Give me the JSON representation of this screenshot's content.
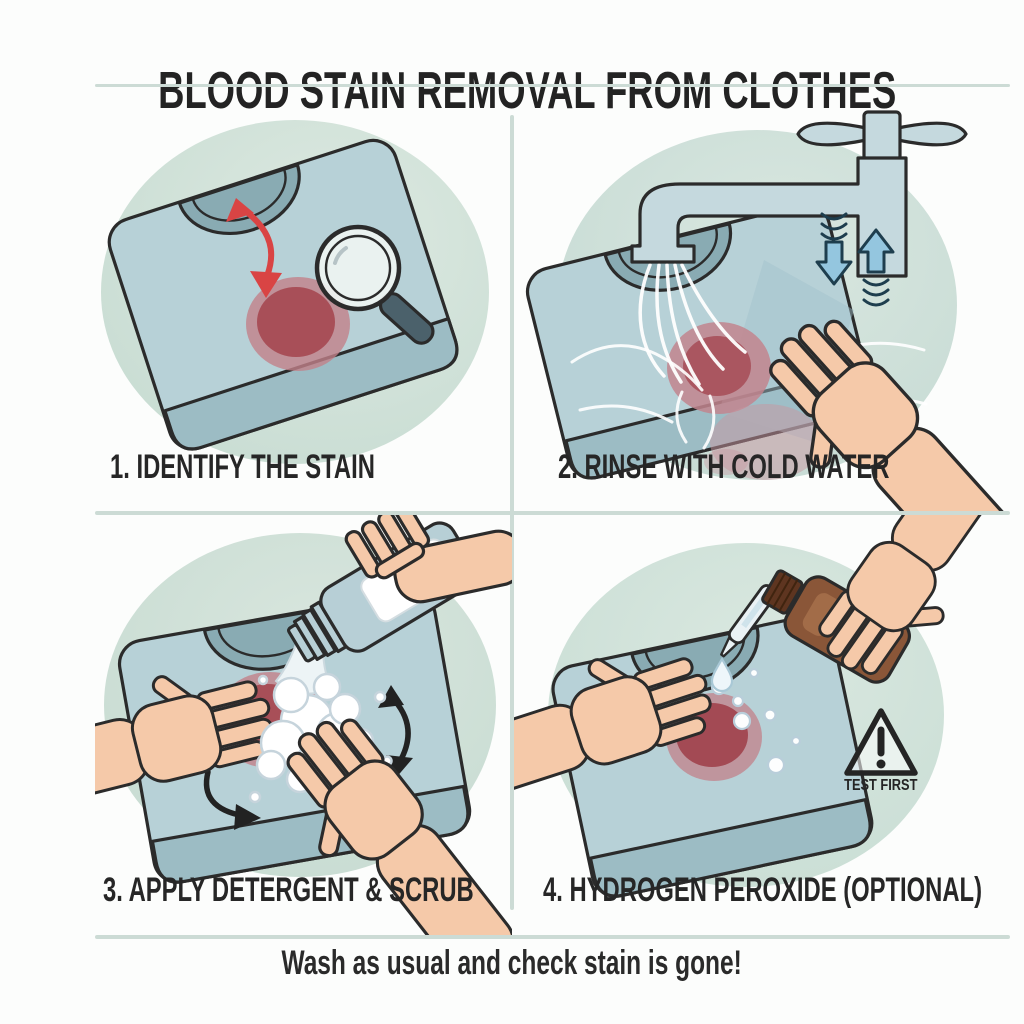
{
  "title": "BLOOD STAIN REMOVAL FROM CLOTHES",
  "steps": [
    {
      "label": "1. IDENTIFY THE STAIN",
      "icons": [
        "folded-shirt",
        "blood-stain",
        "magnifying-glass-icon",
        "red-motion-arrow-icon"
      ]
    },
    {
      "label": "2. RINSE WITH COLD WATER",
      "icons": [
        "faucet-icon",
        "water-stream",
        "rubbing-hand",
        "cold-water-down-arrow-icon",
        "cold-water-up-arrow-icon"
      ]
    },
    {
      "label": "3. APPLY DETERGENT & SCRUB",
      "icons": [
        "detergent-bottle-icon",
        "foam-bubbles",
        "scrub-arrow-icon",
        "pressing-hand",
        "scrubbing-hand"
      ]
    },
    {
      "label": "4. HYDROGEN PEROXIDE (OPTIONAL)",
      "warning_label": "TEST FIRST",
      "icons": [
        "peroxide-bottle-icon",
        "dropper-icon",
        "water-drop-icon",
        "fizz-bubbles",
        "warning-triangle-icon"
      ]
    }
  ],
  "footer": "Wash as usual and check stain is gone!",
  "colors": {
    "background": "#fcfdfc",
    "divider": "#ccdbd5",
    "text": "#232323",
    "panel_circle": "#cfe0d8",
    "shirt": "#b7d1d7",
    "shirt_fold": "#9cbcc4",
    "stain_outer": "#c2818a",
    "stain_inner": "#a84f58",
    "arrow_red": "#d94444",
    "arrow_blue": "#94c6df",
    "skin": "#f5c9a9",
    "detergent_bottle": "#b7cfd6",
    "peroxide_bottle": "#8a5638",
    "outline": "#2b2b2b"
  }
}
